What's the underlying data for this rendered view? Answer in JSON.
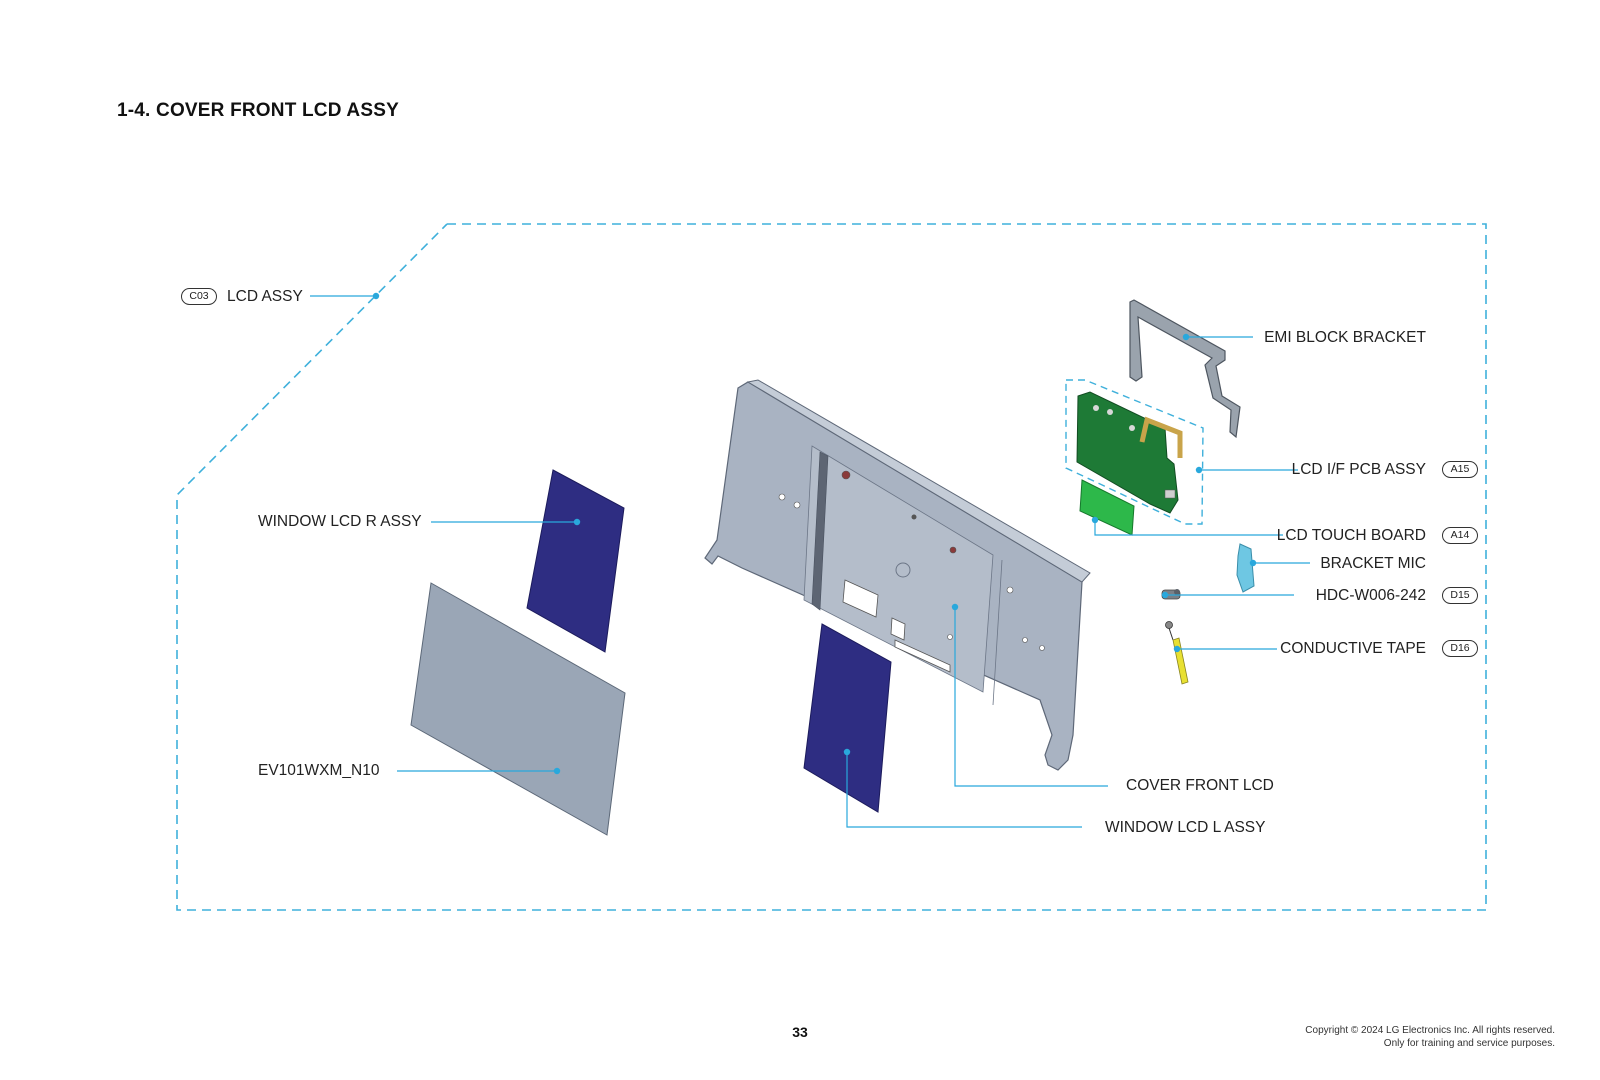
{
  "title": "1-4. COVER FRONT LCD ASSY",
  "colors": {
    "leader": "#29a8dc",
    "dash_border": "#3fb0db",
    "window_panel": "#2e2d82",
    "lcd_panel": "#9aa6b6",
    "cover": "#a9b3c2",
    "pcb": "#1e7a36",
    "touch_board": "#2db84a",
    "bracket": "#9aa3ad",
    "bracket_mic": "#6ec7e3",
    "conductive_tape": "#e8e032"
  },
  "parts": {
    "lcd_assy": {
      "label": "LCD ASSY",
      "code": "C03"
    },
    "emi_block_bracket": {
      "label": "EMI BLOCK BRACKET"
    },
    "lcd_if_pcb_assy": {
      "label": "LCD I/F PCB ASSY",
      "code": "A15"
    },
    "lcd_touch_board": {
      "label": "LCD TOUCH BOARD",
      "code": "A14"
    },
    "bracket_mic": {
      "label": "BRACKET MIC"
    },
    "hdc": {
      "label": "HDC-W006-242",
      "code": "D15"
    },
    "conductive_tape": {
      "label": "CONDUCTIVE TAPE",
      "code": "D16"
    },
    "window_lcd_r_assy": {
      "label": "WINDOW LCD R ASSY"
    },
    "ev101wxm": {
      "label": "EV101WXM_N10"
    },
    "cover_front_lcd": {
      "label": "COVER FRONT LCD"
    },
    "window_lcd_l_assy": {
      "label": "WINDOW LCD L ASSY"
    }
  },
  "footer": {
    "page_number": "33",
    "copyright_line1": "Copyright © 2024 LG Electronics Inc. All rights reserved.",
    "copyright_line2": "Only for training and service purposes."
  }
}
